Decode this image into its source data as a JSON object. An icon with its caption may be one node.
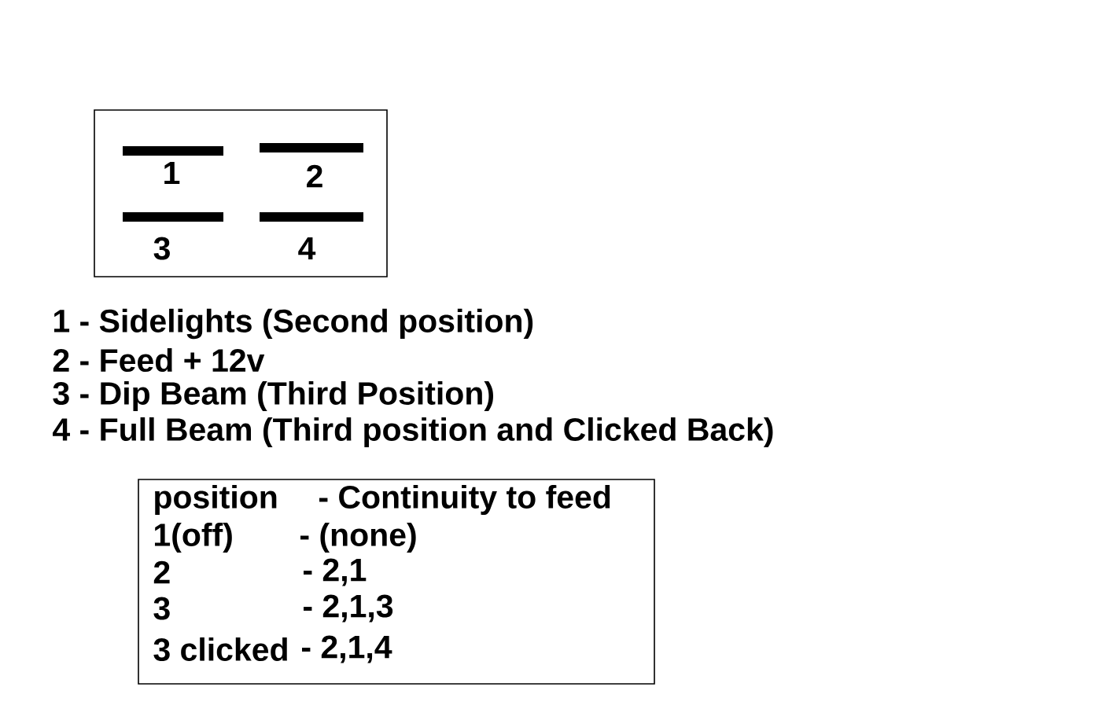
{
  "diagram": {
    "nodes": [
      {
        "text": [],
        "shape": "box"
      },
      {
        "text": [
          "1"
        ],
        "in": 0
      },
      {
        "text": [
          "2"
        ],
        "in": 0
      },
      {
        "text": [
          "3"
        ],
        "in": 0
      },
      {
        "text": [
          "4"
        ],
        "in": 0
      },
      {
        "text": [
          "position",
          "- Continuity to feed",
          "1(off)",
          "- (none)",
          "2",
          "- 2,1",
          "3",
          "- 2,1,3",
          "3 clicked",
          "- 2,1,4"
        ]
      }
    ],
    "labels": [
      "1 - Sidelights (Second position)",
      "2 - Feed + 12v",
      "3 - Dip Beam (Third Position)",
      "4 - Full Beam (Third position and Clicked Back)"
    ]
  }
}
